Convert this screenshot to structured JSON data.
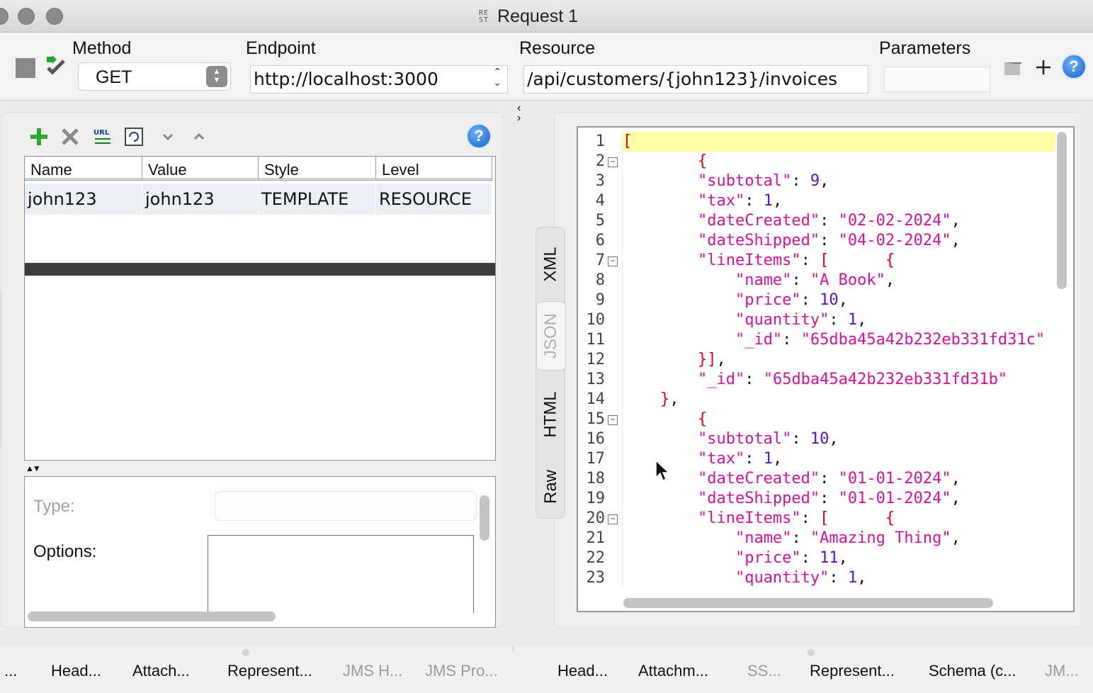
{
  "window": {
    "title": "Request 1",
    "badge": [
      "RE",
      "ST"
    ]
  },
  "toolbar": {
    "method_label": "Method",
    "method_value": "GET",
    "endpoint_label": "Endpoint",
    "endpoint_value": "http://localhost:3000",
    "resource_label": "Resource",
    "resource_value": "/api/customers/{john123}/invoices",
    "parameters_label": "Parameters",
    "parameters_value": ""
  },
  "params_table": {
    "headers": [
      "Name",
      "Value",
      "Style",
      "Level"
    ],
    "rows": [
      [
        "john123",
        "john123",
        "TEMPLATE",
        "RESOURCE"
      ]
    ]
  },
  "param_detail": {
    "type_label": "Type:",
    "options_label": "Options:"
  },
  "response_tabs": [
    "XML",
    "JSON",
    "HTML",
    "Raw"
  ],
  "active_response_tab": "JSON",
  "editor": {
    "lines": [
      "[",
      "        {",
      "        \"subtotal\": 9,",
      "        \"tax\": 1,",
      "        \"dateCreated\": \"02-02-2024\",",
      "        \"dateShipped\": \"04-02-2024\",",
      "        \"lineItems\": [      {",
      "            \"name\": \"A Book\",",
      "            \"price\": 10,",
      "            \"quantity\": 1,",
      "            \"_id\": \"65dba45a42b232eb331fd31c\"",
      "        }],",
      "        \"_id\": \"65dba45a42b232eb331fd31b\"",
      "    },",
      "        {",
      "        \"subtotal\": 10,",
      "        \"tax\": 1,",
      "        \"dateCreated\": \"01-01-2024\",",
      "        \"dateShipped\": \"01-01-2024\",",
      "        \"lineItems\": [      {",
      "            \"name\": \"Amazing Thing\",",
      "            \"price\": 11,",
      "            \"quantity\": 1,"
    ],
    "fold_lines": [
      2,
      7,
      15,
      20
    ],
    "highlighted_line": 1
  },
  "request_bottom_tabs": [
    {
      "label": "...",
      "dim": false
    },
    {
      "label": "Head...",
      "dim": false
    },
    {
      "label": "Attach...",
      "dim": false
    },
    {
      "label": "Represent...",
      "dim": false
    },
    {
      "label": "JMS H...",
      "dim": true
    },
    {
      "label": "JMS Pro...",
      "dim": true
    }
  ],
  "response_bottom_tabs": [
    {
      "label": "Head...",
      "dim": false
    },
    {
      "label": "Attachm...",
      "dim": false
    },
    {
      "label": "SS...",
      "dim": true
    },
    {
      "label": "Represent...",
      "dim": false
    },
    {
      "label": "Schema (c...",
      "dim": false
    },
    {
      "label": "JM...",
      "dim": true
    }
  ],
  "colors": {
    "json_key": "#d6119b",
    "json_number": "#5b12c9",
    "json_bracket": "#e3001b",
    "highlight": "#ffffa8"
  }
}
